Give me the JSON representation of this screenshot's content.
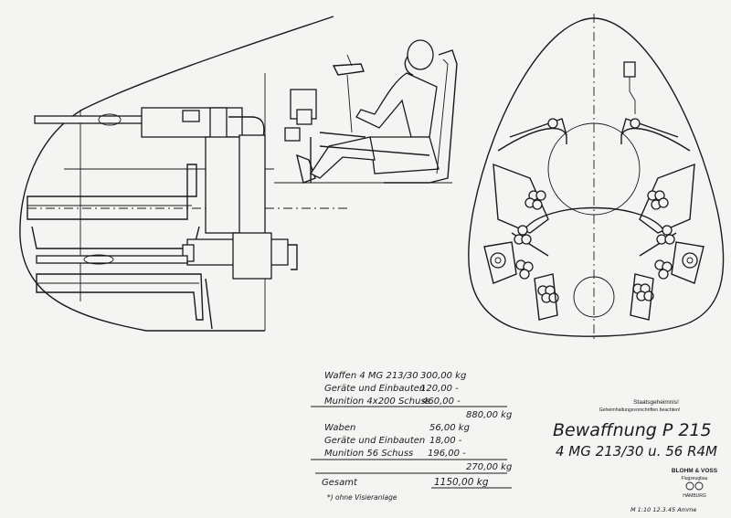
{
  "weights": {
    "group1": [
      {
        "label": "Waffen 4 MG 213/30",
        "value": "300,00 kg"
      },
      {
        "label": "Geräte und Einbauten",
        "value": "120,00 -"
      },
      {
        "label": "Munition 4x200 Schuss",
        "value": "460,00 -"
      }
    ],
    "group1_subtotal": "880,00 kg",
    "group2": [
      {
        "label": "Waben",
        "value": "56,00 kg"
      },
      {
        "label": "Geräte und Einbauten",
        "value": "18,00 -"
      },
      {
        "label": "Munition 56 Schuss",
        "value": "196,00 -"
      }
    ],
    "group2_subtotal": "270,00 kg",
    "total_label": "Gesamt",
    "total_value": "1150,00 kg",
    "footnote": "*) ohne Visieranlage"
  },
  "classification": {
    "line1": "Staatsgeheimnis!",
    "line2": "Geheimhaltungsvorschriften beachten!"
  },
  "title": {
    "line1": "Bewaffnung P 215",
    "line2": "4 MG 213/30 u. 56 R4M"
  },
  "company": {
    "name": "BLOHM & VOSS",
    "dept": "Flugzeugbau",
    "city": "HAMBURG"
  },
  "drawing_ref": "M 1:10   12.3.45   Amme"
}
